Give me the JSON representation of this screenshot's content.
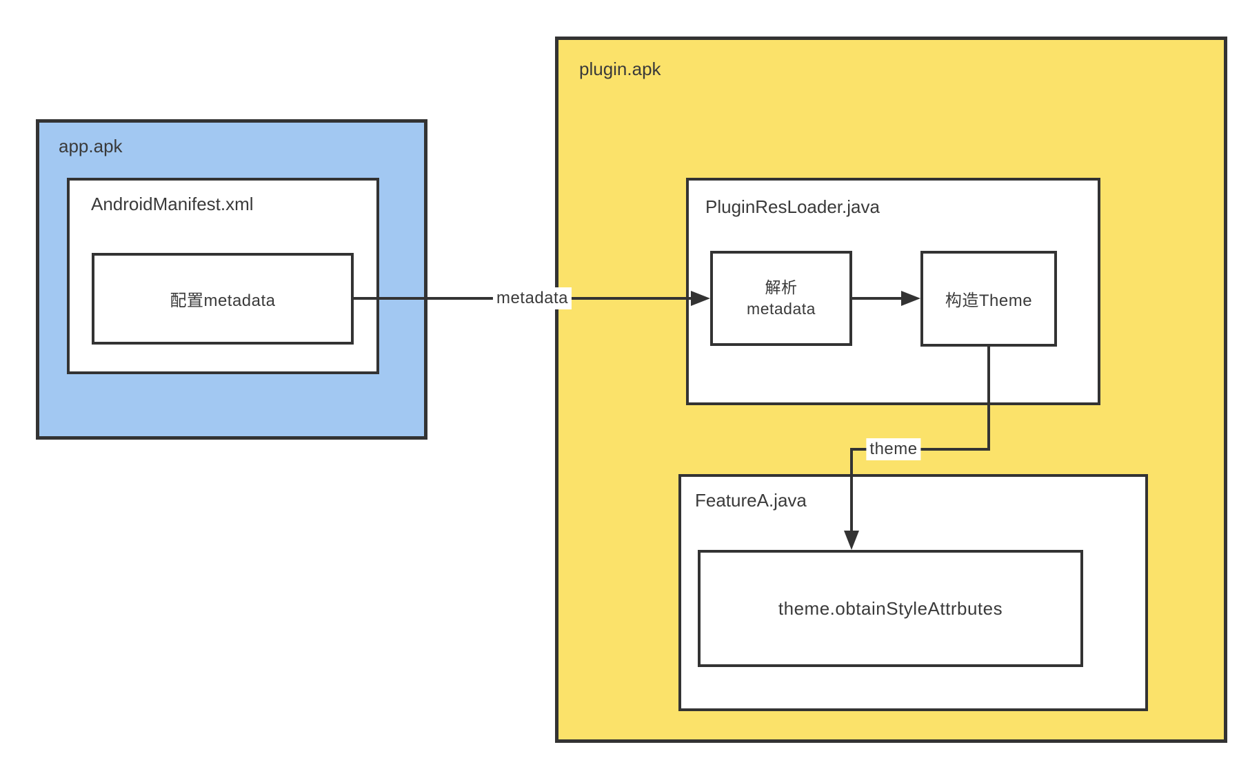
{
  "app_apk": {
    "label": "app.apk",
    "android_manifest": {
      "label": "AndroidManifest.xml",
      "config_metadata_label": "配置metadata"
    }
  },
  "plugin_apk": {
    "label": "plugin.apk",
    "plugin_res_loader": {
      "label": "PluginResLoader.java",
      "parse_metadata_label": "解析\nmetadata",
      "construct_theme_label": "构造Theme"
    },
    "feature_a": {
      "label": "FeatureA.java",
      "obtain_style_label": "theme.obtainStyleAttrbutes"
    }
  },
  "edges": {
    "metadata_label": "metadata",
    "theme_label": "theme"
  },
  "colors": {
    "app_fill": "#a2c8f2",
    "plugin_fill": "#fbe26a",
    "box_fill": "#ffffff",
    "line": "#333333",
    "text": "#3a3a3a"
  }
}
